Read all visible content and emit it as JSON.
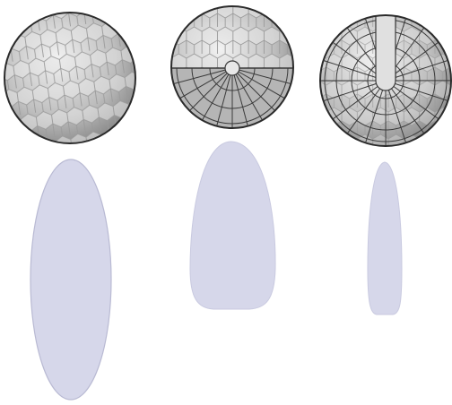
{
  "colors": {
    "background": "#ffffff",
    "disc_fill_light": "#e6e6e6",
    "disc_fill_dark": "#8f8f8f",
    "facet_stroke": "#a9a9a9",
    "facet_fill": "#cfcfcf",
    "rim_stroke": "#2b2b2b",
    "segment_stroke": "#3a3a3a",
    "pattern_fill": "#d6d7ea",
    "pattern_stroke": "#b9bad3"
  },
  "lenses": [
    {
      "name": "honeycomb-lens",
      "segmented_sectors": 0,
      "icon": "hexagon-facet-lens-icon"
    },
    {
      "name": "half-segmented-lens",
      "segmented_sectors": 12,
      "icon": "half-radial-segment-lens-icon"
    },
    {
      "name": "full-segmented-lens",
      "segmented_sectors": 20,
      "icon": "radial-segment-lens-icon"
    }
  ],
  "patterns": [
    {
      "name": "wide-ellipse-coverage"
    },
    {
      "name": "bullet-coverage"
    },
    {
      "name": "narrow-curtain-coverage"
    }
  ]
}
